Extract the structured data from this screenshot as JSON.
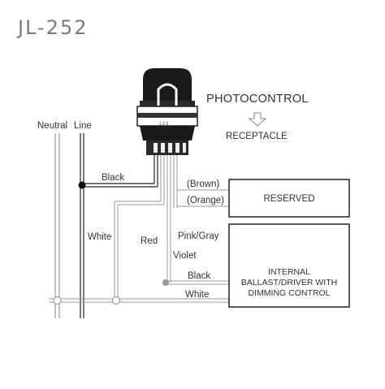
{
  "title": "JL-252",
  "photocontrol_label": "PHOTOCONTROL",
  "receptacle_label": "RECEPTACLE",
  "device_mark": "1 2 3",
  "neutral_label": "Neutral",
  "line_label": "Line",
  "wires": {
    "black_top": "Black",
    "white_left": "White",
    "red": "Red",
    "brown": "(Brown)",
    "orange": "(Orange)",
    "pink_gray": "Pink/Gray",
    "violet": "Violet",
    "black_bottom": "Black",
    "white_bottom": "White"
  },
  "reserved_box": {
    "label": "RESERVED"
  },
  "ballast_box": {
    "line1": "INTERNAL",
    "line2": "BALLAST/DRIVER WITH",
    "line3": "DIMMING CONTROL"
  },
  "colors": {
    "wire": "#888888",
    "dark_wire": "#222222",
    "photocontrol_body": "#1a1a1a",
    "node_gray": "#999999"
  }
}
